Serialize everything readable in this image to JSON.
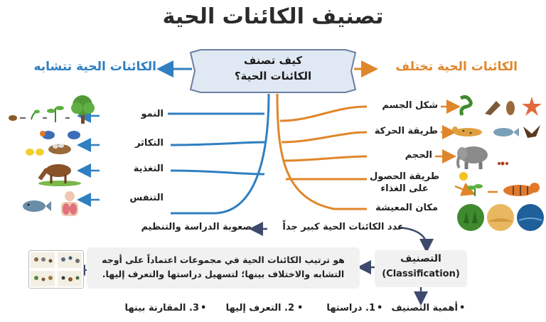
{
  "title": "تصنيف الكائنات الحية",
  "banner": {
    "line1": "كيف تصنف",
    "line2": "الكائنات الحية؟"
  },
  "left_heading": "الكائنات الحية تتشابه",
  "right_heading": "الكائنات الحية تختلف",
  "left_items": [
    "النمو",
    "التكاثر",
    "التغذية",
    "التنفس"
  ],
  "right_items": [
    "شكل الجسم",
    "طريقة الحركة",
    "الحجم",
    "طريقة الحصول على الغذاء",
    "مكان المعيشة"
  ],
  "flow": {
    "many": "عدد الكائنات الحية كبير جداً",
    "difficulty": "صعوبة الدراسة والتنظيم"
  },
  "classification": {
    "ar": "التصنيف",
    "en": "(Classification)"
  },
  "definition": {
    "line1": "هو ترتيب الكائنات الحية في مجموعات اعتماداً على أوجه",
    "line2": "التشابه والاختلاف بينها؛ لتسهيل دراستها والتعرف إليها."
  },
  "importance": {
    "label": "أهمية التصنيف",
    "items": [
      "1. دراستها",
      "2. التعرف إليها",
      "3. المقارنة بينها"
    ]
  },
  "colors": {
    "left": "#2f7fc1",
    "right": "#e0862a",
    "dark": "#3d4a6b",
    "text": "#222222"
  },
  "icons": {
    "left": [
      "seed-growth-icon",
      "birds-nest-icon",
      "horse-eating-icon",
      "fish-lungs-icon"
    ],
    "right": [
      "snake-bird-starfish-icon",
      "cheetah-fish-eagle-icon",
      "elephant-ant-icon",
      "sun-plant-tiger-icon",
      "forest-desert-ocean-icon"
    ]
  }
}
